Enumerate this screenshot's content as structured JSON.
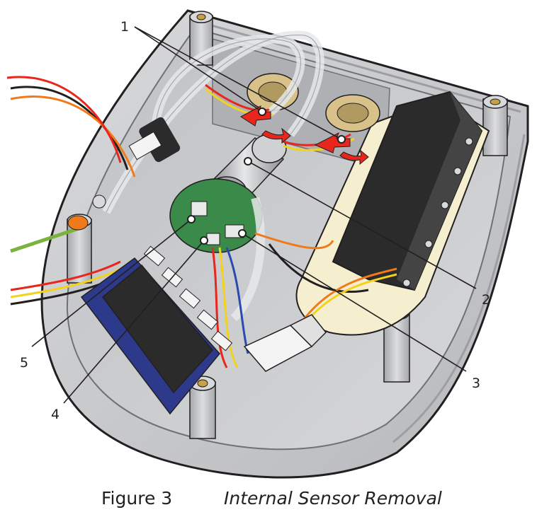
{
  "figure": {
    "label": "Figure 3",
    "title": "Internal Sensor Removal"
  },
  "callouts": [
    {
      "id": "1",
      "text": "1"
    },
    {
      "id": "2",
      "text": "2"
    },
    {
      "id": "3",
      "text": "3"
    },
    {
      "id": "4",
      "text": "4"
    },
    {
      "id": "5",
      "text": "5"
    }
  ],
  "colors": {
    "housing": "#c9cacc",
    "housing_dark": "#8e9094",
    "battery_pack": "#f5efcf",
    "sensor_block": "#2b2b2b",
    "circuit_board": "#3a8a4a",
    "wire_red": "#e8261c",
    "wire_yellow": "#f2d21c",
    "wire_orange": "#f07a1a",
    "arrow_red": "#e8261c"
  }
}
